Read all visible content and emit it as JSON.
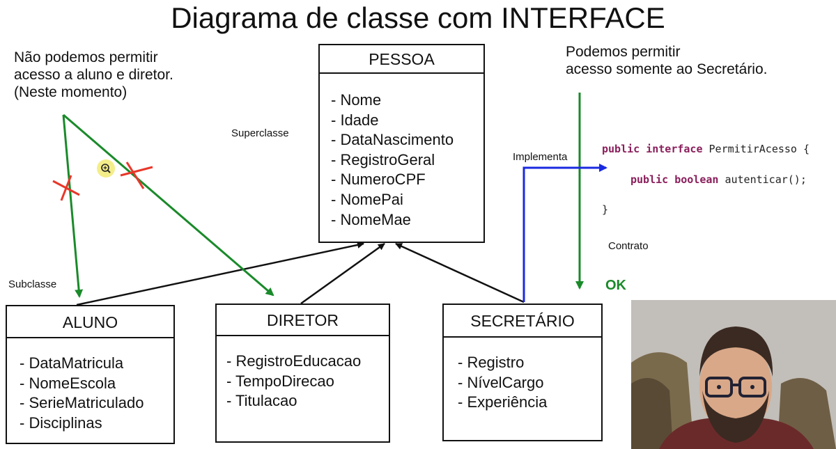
{
  "title": "Diagrama de classe com INTERFACE",
  "notes": {
    "left": "Não podemos permitir\nacesso a aluno e diretor.\n(Neste momento)",
    "right": "Podemos permitir\nacesso somente ao Secretário."
  },
  "labels": {
    "superclasse": "Superclasse",
    "subclasse": "Subclasse",
    "implementa": "Implementa",
    "contrato": "Contrato",
    "ok": "OK"
  },
  "classes": {
    "pessoa": {
      "name": "PESSOA",
      "attrs": [
        "- Nome",
        "- Idade",
        "- DataNascimento",
        "- RegistroGeral",
        "- NumeroCPF",
        "- NomePai",
        "- NomeMae"
      ]
    },
    "aluno": {
      "name": "ALUNO",
      "attrs": [
        "- DataMatricula",
        "- NomeEscola",
        "- SerieMatriculado",
        "- Disciplinas"
      ]
    },
    "diretor": {
      "name": "DIRETOR",
      "attrs": [
        "- RegistroEducacao",
        "- TempoDirecao",
        "- Titulacao"
      ]
    },
    "secretario": {
      "name": "SECRETÁRIO",
      "attrs": [
        "- Registro",
        "- NívelCargo",
        "- Experiência"
      ]
    }
  },
  "code": {
    "l1_kw1": "public",
    "l1_kw2": "interface",
    "l1_rest": " PermitirAcesso {",
    "l2_kw1": "public",
    "l2_kw2": "boolean",
    "l2_rest": " autenticar();",
    "l3": "}"
  },
  "colors": {
    "green": "#1a8a2a",
    "blue": "#1a2ae0",
    "red": "#e8372a",
    "black": "#111111",
    "keyword": "#8a1f5c"
  },
  "icons": [
    "zoom-cursor-icon",
    "cross-mark-icon"
  ]
}
